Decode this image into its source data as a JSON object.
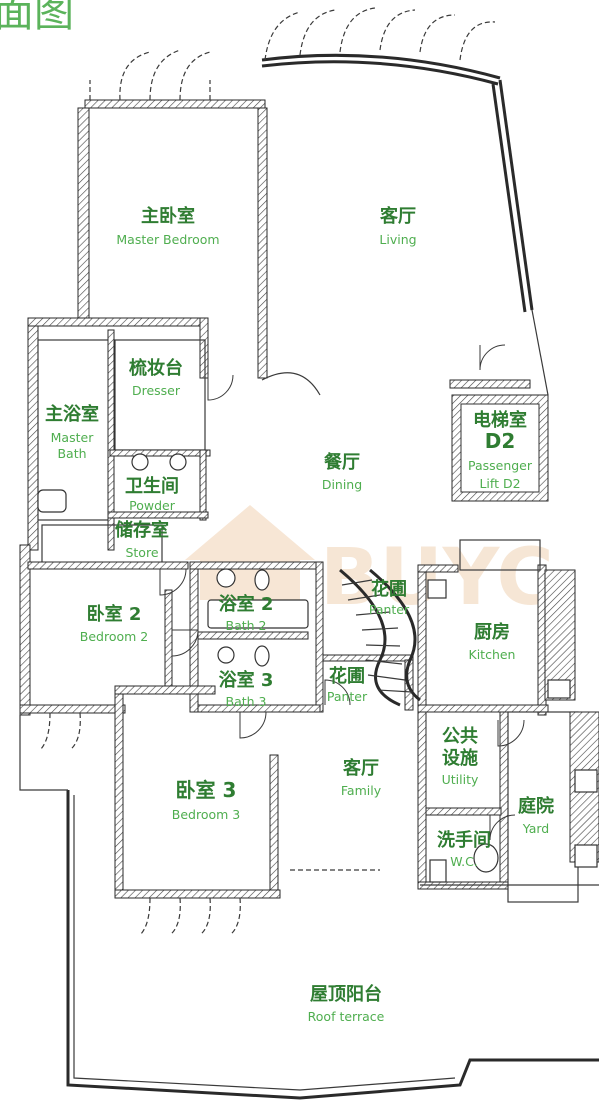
{
  "header": {
    "title_partial": "面图"
  },
  "watermark": {
    "text": "BUYC"
  },
  "rooms": {
    "master_bedroom": {
      "zh": "主卧室",
      "en": "Master Bedroom"
    },
    "living": {
      "zh": "客厅",
      "en": "Living"
    },
    "dresser": {
      "zh": "梳妆台",
      "en": "Dresser"
    },
    "master_bath": {
      "zh": "主浴室",
      "en_line1": "Master",
      "en_line2": "Bath"
    },
    "lift": {
      "zh_line1": "电梯室",
      "zh_line2": "D2",
      "en_line1": "Passenger",
      "en_line2": "Lift D2"
    },
    "dining": {
      "zh": "餐厅",
      "en": "Dining"
    },
    "powder": {
      "zh": "卫生间",
      "en": "Powder"
    },
    "store": {
      "zh": "储存室",
      "en": "Store"
    },
    "bedroom2": {
      "zh": "卧室 2",
      "en": "Bedroom 2"
    },
    "bath2": {
      "zh": "浴室 2",
      "en": "Bath 2"
    },
    "panter1": {
      "zh": "花圃",
      "en": "Panter"
    },
    "kitchen": {
      "zh": "厨房",
      "en": "Kitchen"
    },
    "bath3": {
      "zh": "浴室 3",
      "en": "Bath 3"
    },
    "panter2": {
      "zh": "花圃",
      "en": "Panter"
    },
    "utility": {
      "zh_line1": "公共",
      "zh_line2": "设施",
      "en": "Utility"
    },
    "bedroom3": {
      "zh": "卧室 3",
      "en": "Bedroom 3"
    },
    "family": {
      "zh": "客厅",
      "en": "Family"
    },
    "yard": {
      "zh": "庭院",
      "en": "Yard"
    },
    "wc": {
      "zh": "洗手间",
      "en": "W.C."
    },
    "roof_terrace": {
      "zh": "屋顶阳台",
      "en": "Roof terrace"
    }
  }
}
